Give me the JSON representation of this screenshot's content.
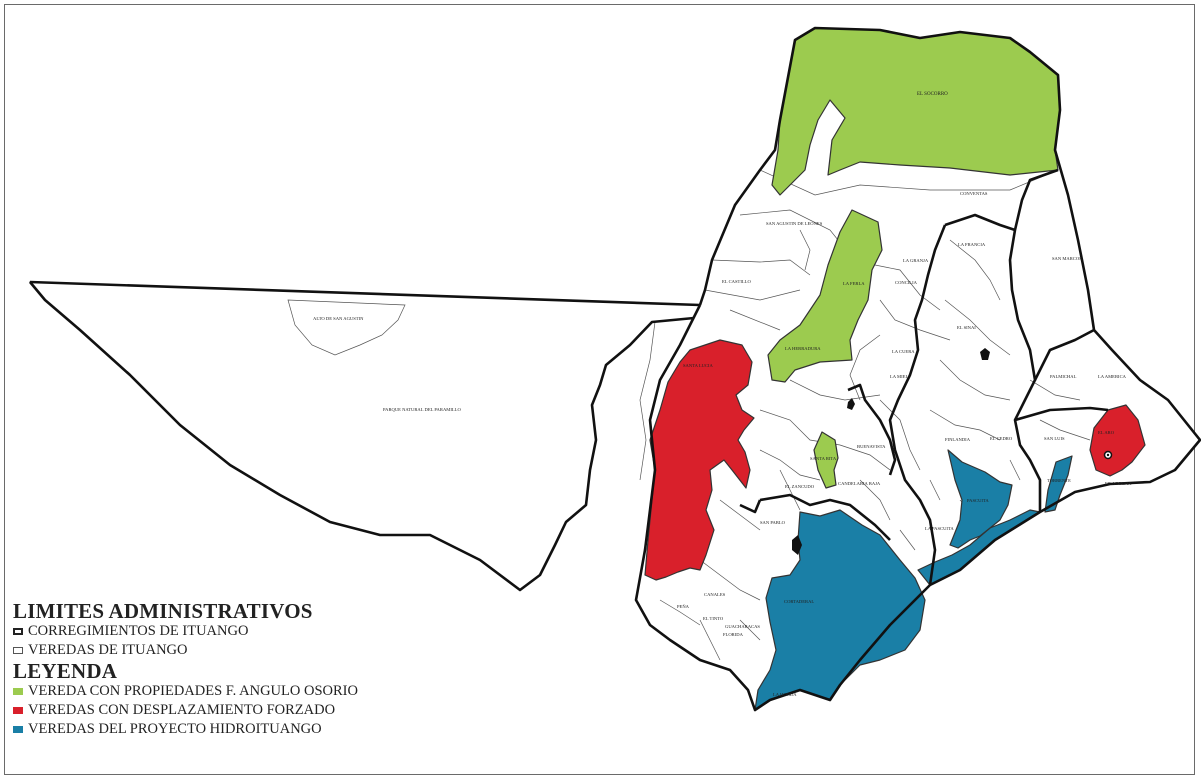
{
  "colors": {
    "propiedades": "#9ccb4f",
    "desplazamiento": "#d9202b",
    "hidroituango": "#1a7fa6",
    "vereda": "#ffffff"
  },
  "legend": {
    "limites_title": "LIMITES ADMINISTRATIVOS",
    "corregimientos": "CORREGIMIENTOS DE ITUANGO",
    "veredas": "VEREDAS DE ITUANGO",
    "leyenda_title": "LEYENDA",
    "propiedades": "VEREDA CON PROPIEDADES F. ANGULO OSORIO",
    "desplazamiento": "VEREDAS CON DESPLAZAMIENTO FORZADO",
    "hidroituango": "VEREDAS DEL PROYECTO HIDROITUANGO"
  },
  "labels": {
    "el_socorro": "EL SOCORRO",
    "conventas": "CONVENTAS",
    "alto_san_agustin": "ALTO DE SAN AGUSTIN",
    "parque_paramillo": "PARQUE NATURAL DEL PARAMILLO",
    "la_herradura": "LA HERRADURA",
    "la_ferla": "LA FERLA",
    "la_francia": "LA FRANCIA",
    "san_marcos": "SAN MARCOS",
    "santa_lucia": "SANTA LUCIA",
    "palmichal": "PALMICHAL",
    "la_america": "LA AMERICA",
    "el_aro": "EL ARO",
    "filadelfia": "FILADELFIA",
    "san_luis": "SAN LUIS",
    "el_cedro": "EL CEDRO",
    "finlandia": "FINLANDIA",
    "pascuita": "PASCUITA",
    "la_pascuita": "LA PASCUITA",
    "la_honda": "LA HONDA",
    "florida": "FLORIDA",
    "candelaria": "CANDELARIA BAJA",
    "buenavista": "BUENAVISTA",
    "el_castillo": "EL CASTILLO",
    "san_agustin_leones": "SAN AGUSTIN DE LEONES",
    "santa_rita": "SANTA RITA",
    "cortaderal": "CORTADERAL",
    "el_tinto": "EL TINTO",
    "san_pablo": "SAN PABLO",
    "el_zancudo": "EL ZANCUDO",
    "la_miel": "LA MIEL",
    "la_granja": "LA GRANJA",
    "concilia": "CONCILIA",
    "el_sinai": "EL SINAI",
    "la_cuera": "LA CUERA",
    "pena": "PEÑA",
    "canales": "CANALES",
    "guacharacas": "GUACHARACAS",
    "torrente": "TORRENTE"
  }
}
